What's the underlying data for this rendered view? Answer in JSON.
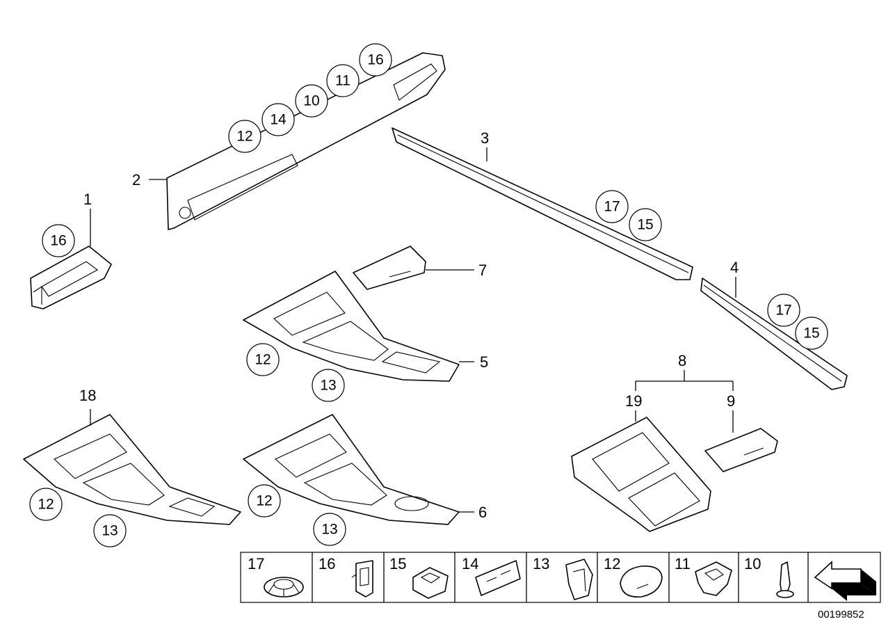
{
  "diagram": {
    "part_labels": {
      "p1": "1",
      "p2": "2",
      "p3": "3",
      "p4": "4",
      "p5": "5",
      "p6": "6",
      "p7": "7",
      "p8": "8",
      "p9": "9",
      "p18": "18",
      "p19": "19"
    },
    "circled_refs": {
      "r16_p1": "16",
      "r12_p2": "12",
      "r14_p2": "14",
      "r10_p2": "10",
      "r11_p2": "11",
      "r16_p2": "16",
      "r17_p3": "17",
      "r15_p3": "15",
      "r17_p4": "17",
      "r15_p4": "15",
      "r12_p5": "12",
      "r13_p5": "13",
      "r12_p18": "12",
      "r13_p18": "13",
      "r12_p6": "12",
      "r13_p6": "13"
    },
    "legend": [
      "17",
      "16",
      "15",
      "14",
      "13",
      "12",
      "11",
      "10"
    ],
    "doc_number": "00199852"
  }
}
